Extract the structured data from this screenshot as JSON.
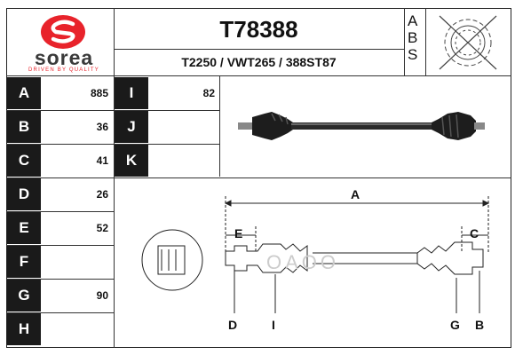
{
  "brand": {
    "name": "sorea",
    "tagline": "DRIVEN BY QUALITY",
    "primary_color": "#e8232b"
  },
  "header": {
    "part_number": "T78388",
    "cross_refs": "T2250 / VWT265 / 388ST87",
    "abs_letters": [
      "A",
      "B",
      "S"
    ],
    "abs_icon": "abs-ring-crossed-icon"
  },
  "spec_rows": [
    {
      "label": "A",
      "value": "885"
    },
    {
      "label": "B",
      "value": "36"
    },
    {
      "label": "C",
      "value": "41"
    },
    {
      "label": "D",
      "value": "26"
    },
    {
      "label": "E",
      "value": "52"
    },
    {
      "label": "F",
      "value": ""
    },
    {
      "label": "G",
      "value": "90"
    },
    {
      "label": "H",
      "value": ""
    }
  ],
  "spec_rows_right": [
    {
      "label": "I",
      "value": "82"
    },
    {
      "label": "J",
      "value": ""
    },
    {
      "label": "K",
      "value": ""
    }
  ],
  "diagram": {
    "dim_labels": {
      "a": "A",
      "c": "C",
      "e": "E",
      "d": "D",
      "i": "I",
      "g": "G",
      "b": "B"
    },
    "watermark": "OAOO"
  }
}
